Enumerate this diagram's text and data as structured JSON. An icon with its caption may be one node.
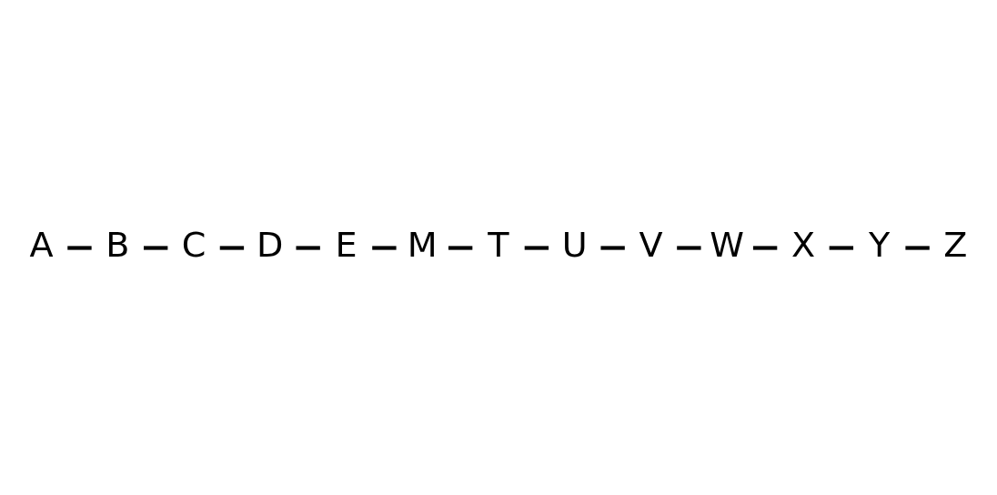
{
  "diagram": {
    "nodes": [
      {
        "text": [
          "A"
        ]
      },
      {
        "text": [
          "B"
        ]
      },
      {
        "text": [
          "C"
        ]
      },
      {
        "text": [
          "D"
        ]
      },
      {
        "text": [
          "E"
        ]
      },
      {
        "text": [
          "M"
        ]
      },
      {
        "text": [
          "T"
        ]
      },
      {
        "text": [
          "U"
        ]
      },
      {
        "text": [
          "V"
        ]
      },
      {
        "text": [
          "W"
        ]
      },
      {
        "text": [
          "X"
        ]
      },
      {
        "text": [
          "Y"
        ]
      },
      {
        "text": [
          "Z"
        ]
      }
    ],
    "edges": [
      {
        "from": 0,
        "to": 1,
        "arrow": "none"
      },
      {
        "from": 1,
        "to": 2,
        "arrow": "none"
      },
      {
        "from": 2,
        "to": 3,
        "arrow": "none"
      },
      {
        "from": 3,
        "to": 4,
        "arrow": "none"
      },
      {
        "from": 4,
        "to": 5,
        "arrow": "none"
      },
      {
        "from": 5,
        "to": 6,
        "arrow": "none"
      },
      {
        "from": 6,
        "to": 7,
        "arrow": "none"
      },
      {
        "from": 7,
        "to": 8,
        "arrow": "none"
      },
      {
        "from": 8,
        "to": 9,
        "arrow": "none"
      },
      {
        "from": 9,
        "to": 10,
        "arrow": "none"
      },
      {
        "from": 10,
        "to": 11,
        "arrow": "none"
      },
      {
        "from": 11,
        "to": 12,
        "arrow": "none"
      }
    ]
  }
}
